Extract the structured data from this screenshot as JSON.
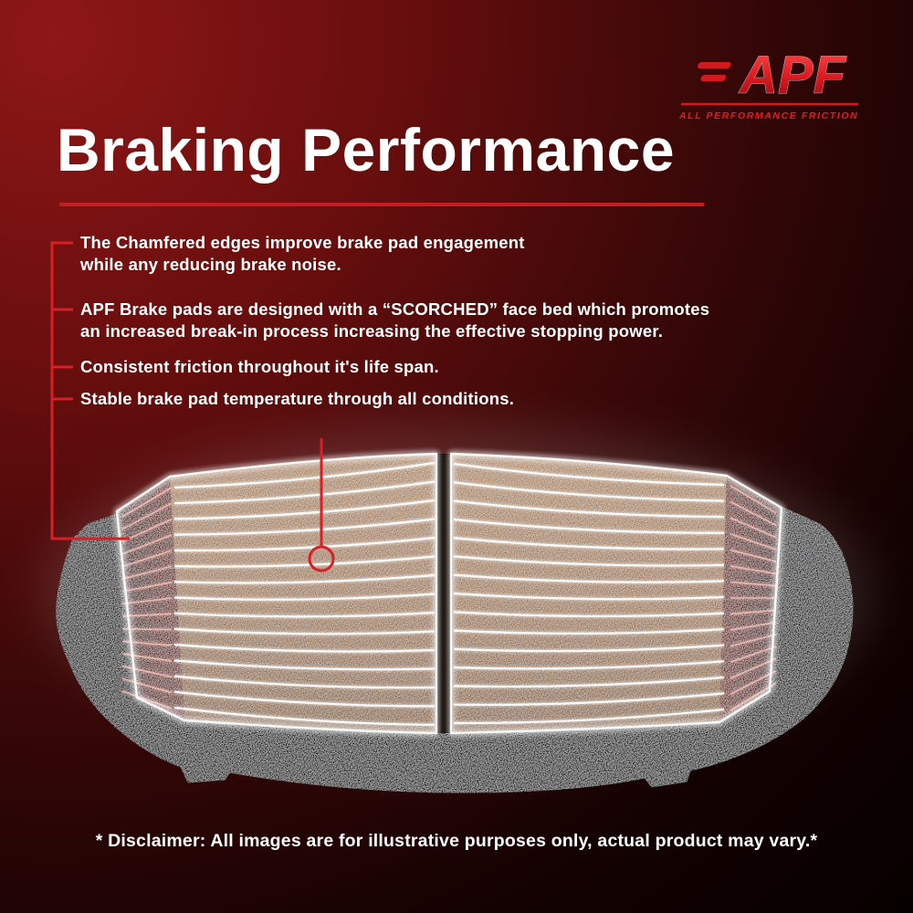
{
  "logo": {
    "brand": "APF",
    "tagline": "ALL PERFORMANCE FRICTION"
  },
  "header": {
    "title": "Braking Performance"
  },
  "bullets": [
    {
      "text": "The Chamfered edges improve brake pad engagement\nwhile any reducing brake noise."
    },
    {
      "text": "APF Brake pads are designed with a “SCORCHED” face bed which promotes\nan increased break-in process increasing the effective stopping power."
    },
    {
      "text": "Consistent friction throughout it's life span."
    },
    {
      "text": "Stable brake pad temperature through all conditions."
    }
  ],
  "disclaimer": "* Disclaimer: All images are for illustrative purposes only, actual product may vary.*",
  "figure": {
    "subject": "brake-pad-scorched-face",
    "callouts": [
      "chamfered-edge",
      "scorched-face-bed"
    ]
  },
  "colors": {
    "accent_red": "#d91e26",
    "background_red": "#8e1717",
    "background_black": "#060000",
    "pad_copper": "#b4875c",
    "plate_black": "#17171a",
    "glow_white": "#ffffff",
    "text_white": "#ffffff"
  }
}
